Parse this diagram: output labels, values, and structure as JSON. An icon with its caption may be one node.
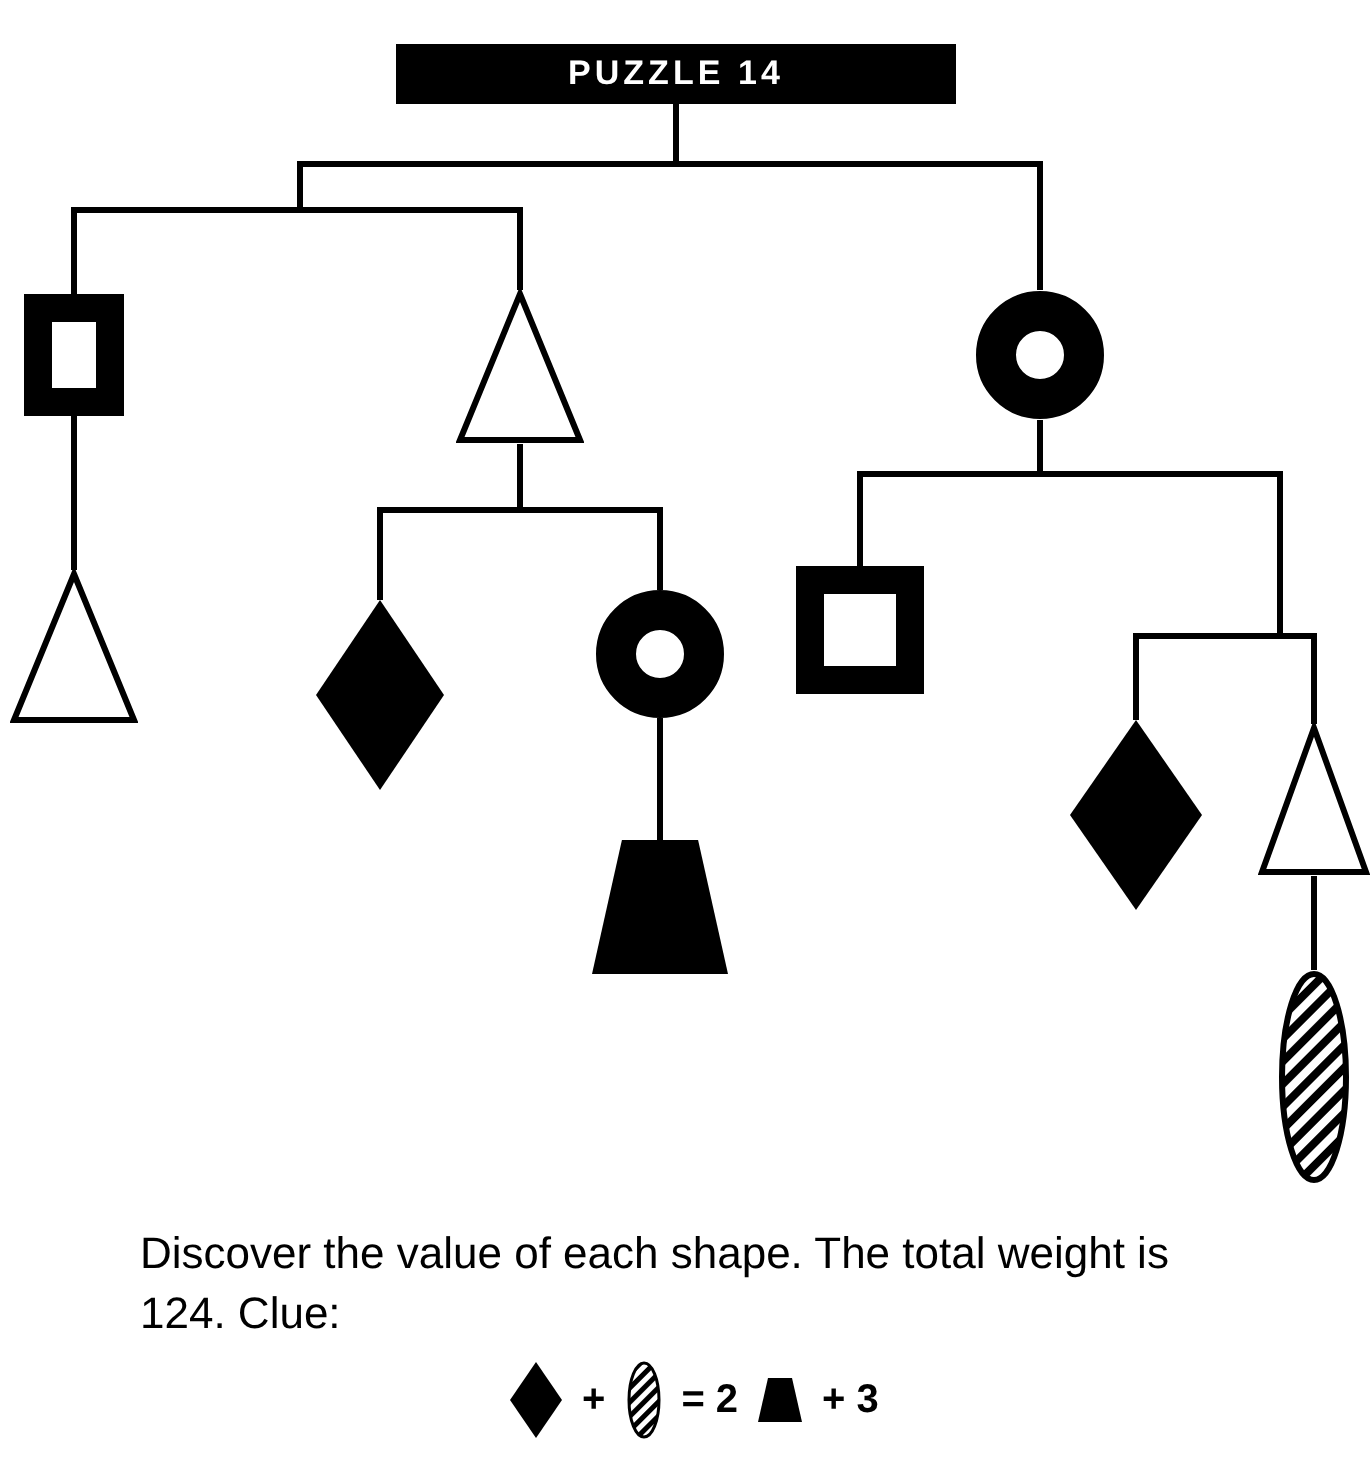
{
  "diagram": {
    "nodes": [
      {
        "text": [
          "PUZZLE 14"
        ]
      },
      {
        "text": [],
        "shape": "square"
      },
      {
        "text": [],
        "shape": "triangle"
      },
      {
        "text": [],
        "shape": "triangle"
      },
      {
        "text": [],
        "shape": "diamond"
      },
      {
        "text": [],
        "shape": "ring"
      },
      {
        "text": [],
        "shape": "trapezoid"
      },
      {
        "text": [],
        "shape": "ring"
      },
      {
        "text": [],
        "shape": "square"
      },
      {
        "text": [],
        "shape": "diamond"
      },
      {
        "text": [],
        "shape": "triangle"
      },
      {
        "text": [],
        "shape": "oval"
      }
    ],
    "edges": [
      {
        "from": 0,
        "to": 1,
        "arrow": "none"
      },
      {
        "from": 0,
        "to": 3,
        "arrow": "none"
      },
      {
        "from": 0,
        "to": 7,
        "arrow": "none"
      },
      {
        "from": 1,
        "to": 2,
        "arrow": "none"
      },
      {
        "from": 3,
        "to": 4,
        "arrow": "none"
      },
      {
        "from": 3,
        "to": 5,
        "arrow": "none"
      },
      {
        "from": 5,
        "to": 6,
        "arrow": "none"
      },
      {
        "from": 7,
        "to": 8,
        "arrow": "none"
      },
      {
        "from": 7,
        "to": 9,
        "arrow": "none"
      },
      {
        "from": 7,
        "to": 10,
        "arrow": "none"
      },
      {
        "from": 10,
        "to": 11,
        "arrow": "none"
      }
    ],
    "labels": [
      "Discover the value of each shape. The total weight is 124. Clue:",
      "+",
      "= 2",
      "+ 3"
    ]
  }
}
